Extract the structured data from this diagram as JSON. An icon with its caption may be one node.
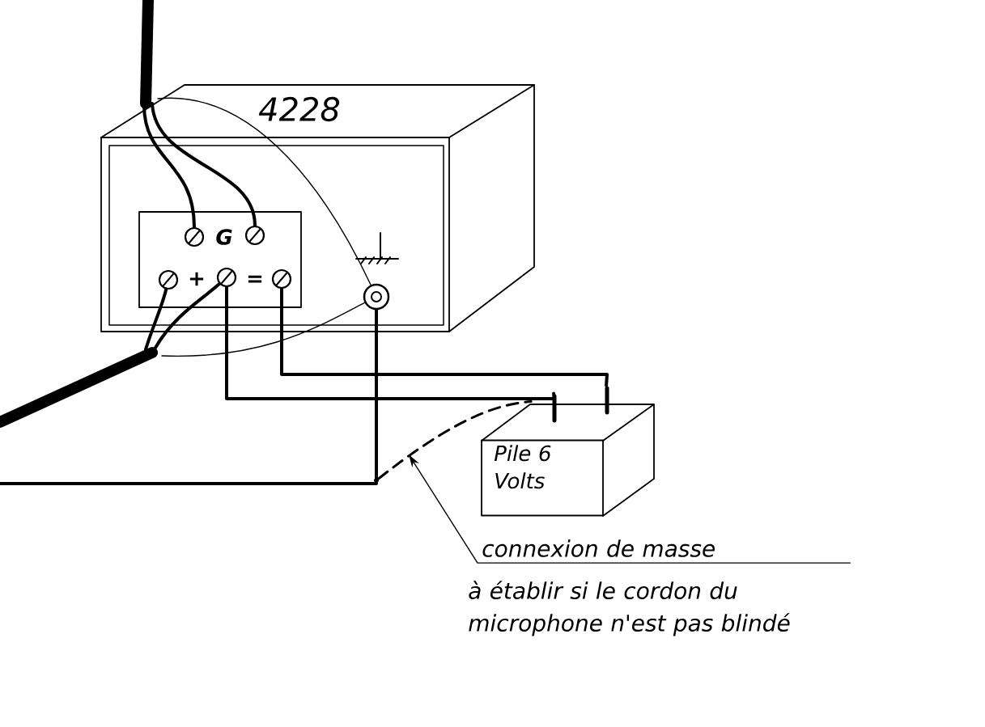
{
  "diagram": {
    "nodes": [
      {
        "text": [
          "4228"
        ]
      },
      {
        "text": [
          "G",
          "+",
          "="
        ],
        "in": 0
      },
      {
        "text": [],
        "shape": "circle",
        "in": 1
      },
      {
        "text": [],
        "shape": "circle",
        "in": 1
      },
      {
        "text": [],
        "shape": "circle",
        "in": 1
      },
      {
        "text": [],
        "shape": "circle",
        "in": 1
      },
      {
        "text": [],
        "shape": "circle",
        "in": 1
      },
      {
        "text": [],
        "shape": "circle",
        "in": 0
      },
      {
        "text": [
          "Pile 6 Volts"
        ]
      },
      {
        "text": [
          "connexion de masse",
          "à établir si le cordon du microphone n'est pas blindé"
        ]
      },
      {
        "text": [],
        "shape": "circle"
      }
    ],
    "edges": [
      {
        "from": null,
        "to": 2,
        "arrow": "none"
      },
      {
        "from": null,
        "to": 3,
        "arrow": "none"
      },
      {
        "from": null,
        "to": 7,
        "arrow": "none"
      },
      {
        "from": null,
        "to": 4,
        "arrow": "none"
      },
      {
        "from": null,
        "to": 5,
        "arrow": "none"
      },
      {
        "from": null,
        "to": 7,
        "arrow": "none"
      },
      {
        "from": 5,
        "to": 8,
        "arrow": "none"
      },
      {
        "from": 6,
        "to": 8,
        "arrow": "none"
      },
      {
        "from": 7,
        "to": 10,
        "arrow": "none"
      },
      {
        "from": 10,
        "to": null,
        "arrow": "none"
      },
      {
        "from": 10,
        "to": 8,
        "arrow": "none",
        "style": "dashed"
      },
      {
        "from": 9,
        "to": null,
        "arrow": "to"
      }
    ]
  }
}
